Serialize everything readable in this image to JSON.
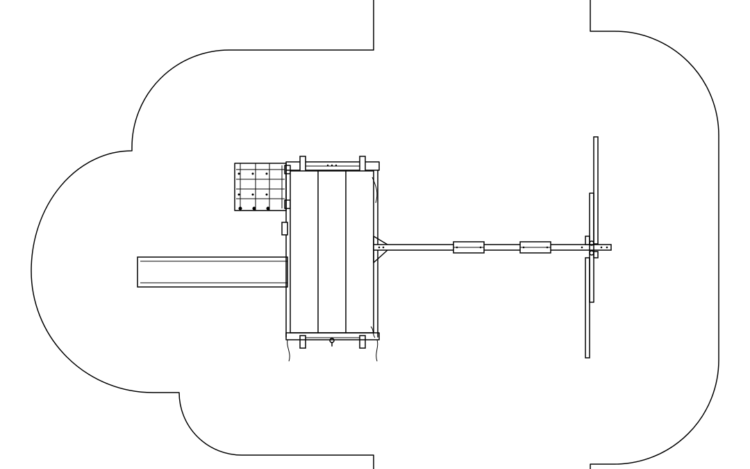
{
  "diagram": {
    "type": "playset-top-view-plan",
    "colors": {
      "line": "#000000",
      "background": "#ffffff"
    },
    "components": [
      "safety-zone-outline",
      "climbing-ladder",
      "play-deck",
      "slide",
      "swing-beam",
      "swing-hangers",
      "a-frame-leg-assembly"
    ],
    "swing_hanger_count": 2
  }
}
